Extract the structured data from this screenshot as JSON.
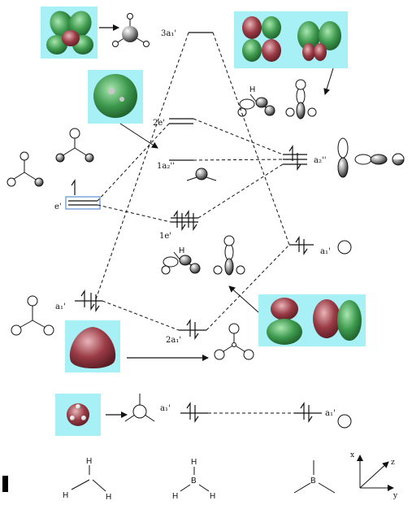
{
  "colors": {
    "panel": "#a6f0f6",
    "lobe_green": "#3e9a4e",
    "lobe_red": "#9a3b45",
    "selection_box": "#5b8fd6",
    "line": "#111111"
  },
  "levels": {
    "a3": "3a₁'",
    "e2": "2e'",
    "a2pp": "1a₂''",
    "e1": "1e'",
    "a2": "2a₁'",
    "a1": "a₁'"
  },
  "left_labels": {
    "e_prime": "e'",
    "a1_prime": "a₁'"
  },
  "right_labels": {
    "a2pp": "a₂''",
    "a1_prime": "a₁'",
    "a1_core": "a₁'"
  },
  "core_left_label": "a₁'",
  "structures": {
    "methyl_H1": "H",
    "methyl_H2": "H",
    "methyl_H3": "H",
    "borane_H1": "H",
    "borane_B": "B",
    "borane_H2": "H",
    "borane_H3": "H",
    "bottom_B": "B"
  },
  "orbital_H_labels": {
    "upper": "H",
    "lower": "H"
  },
  "axes": {
    "x": "x",
    "y": "y",
    "z": "z"
  }
}
